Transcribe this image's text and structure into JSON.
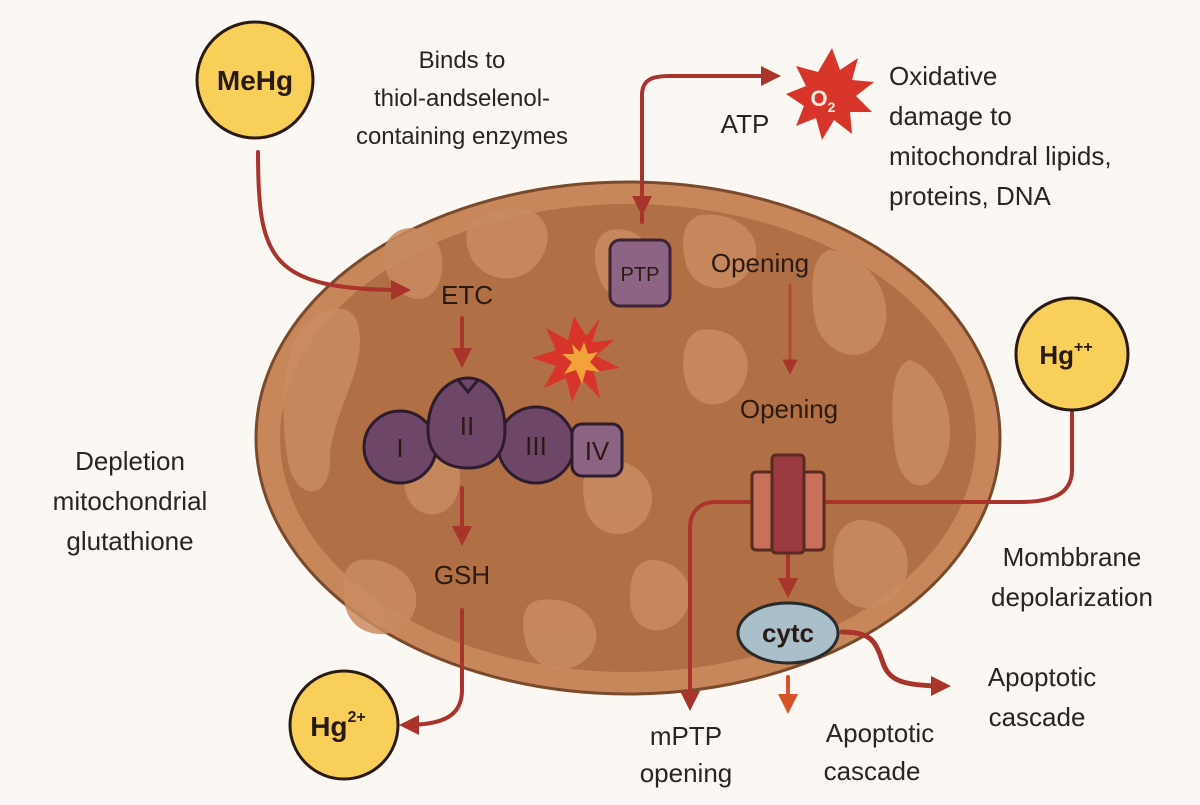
{
  "labels": {
    "mehg": "MeHg",
    "binds_line1": "Binds to",
    "binds_line2": "thiol-andselenol-",
    "binds_line3": "containing enzymes",
    "atp": "ATP",
    "o2_main": "O",
    "o2_sub": "2",
    "oxidative_line1": "Oxidative",
    "oxidative_line2": "damage to",
    "oxidative_line3": "mitochondral lipids,",
    "oxidative_line4": "proteins, DNA",
    "etc": "ETC",
    "ptp": "PTP",
    "opening_top": "Opening",
    "opening_mid": "Opening",
    "complex_1": "I",
    "complex_2": "II",
    "complex_3": "III",
    "complex_4": "IV",
    "hg_pp_main": "Hg",
    "hg_pp_sup": "++",
    "depletion_line1": "Depletion",
    "depletion_line2": "mitochondrial",
    "depletion_line3": "glutathione",
    "gsh": "GSH",
    "membrane_line1": "Mombbrane",
    "membrane_line2": "depolarization",
    "cytc": "cytc",
    "hg2_main": "Hg",
    "hg2_sup": "2+",
    "mptp_line1": "mPTP",
    "mptp_line2": "opening",
    "apoptotic_mid_line1": "Apoptotic",
    "apoptotic_mid_line2": "cascade",
    "apoptotic_right_line1": "Apoptotic",
    "apoptotic_right_line2": "cascade"
  },
  "colors": {
    "background": "#fbf8f4",
    "outer_membrane": "#c8875a",
    "matrix": "#b06f45",
    "cristae": "#c98c60",
    "complex_fill": "#6e4668",
    "ptp_fill": "#8d6483",
    "ion_fill": "#f8cf59",
    "arrow": "#a8342c",
    "cytc_fill": "#a9bfc9",
    "burst_red": "#d8352a",
    "burst_orange": "#f2a23a"
  }
}
